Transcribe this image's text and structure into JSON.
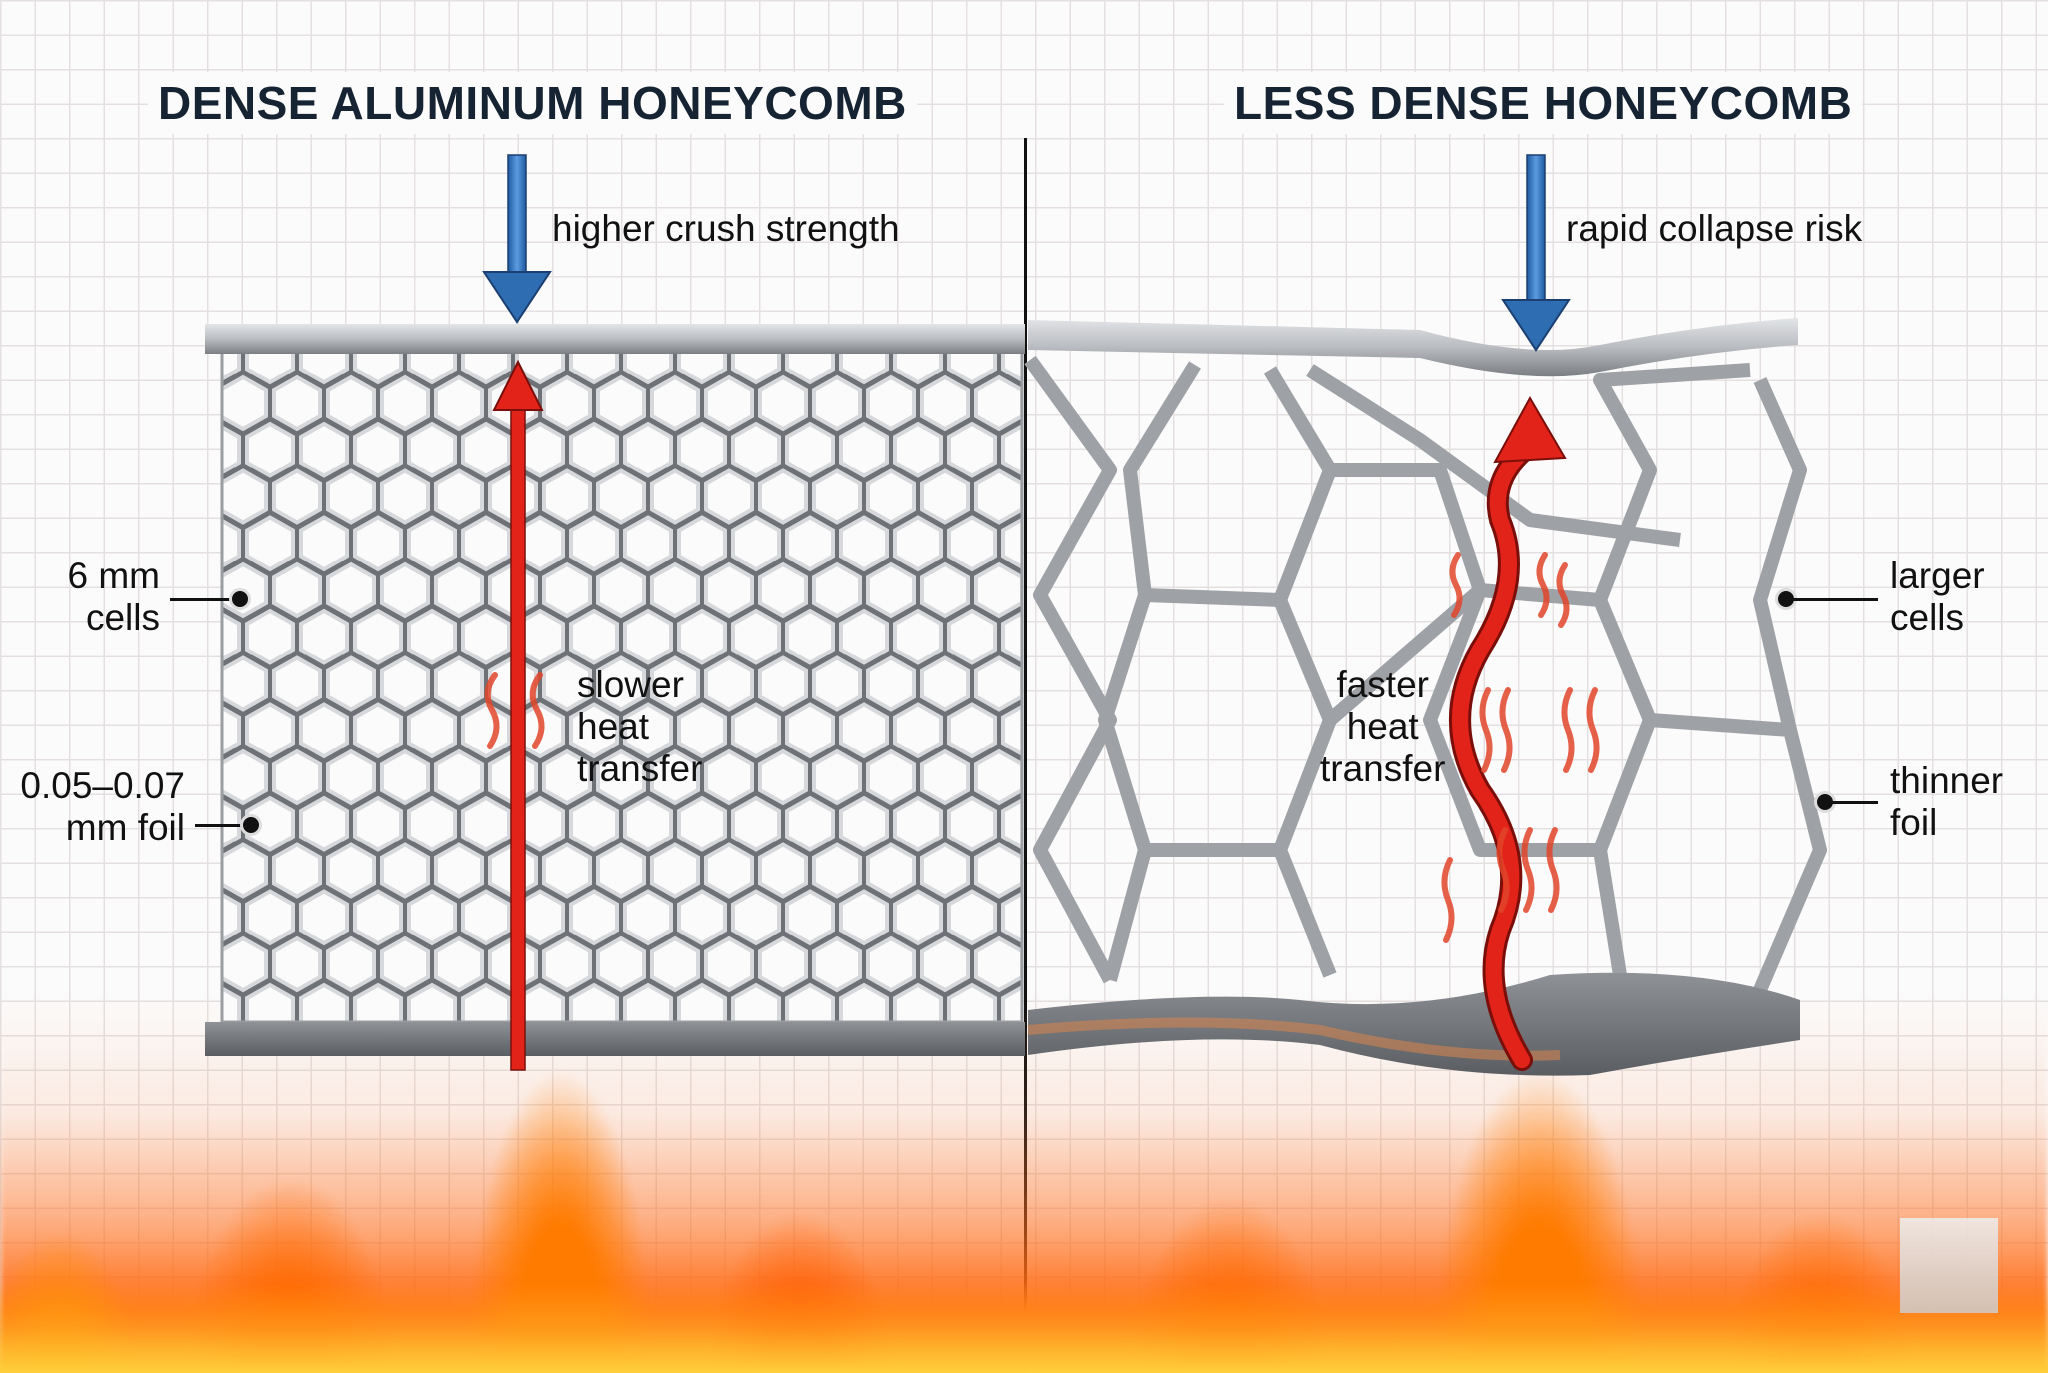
{
  "left_panel": {
    "title": "DENSE ALUMINUM HONEYCOMB",
    "load_label": "higher crush strength",
    "heat_label_lines": [
      "slower",
      "heat",
      "transfer"
    ],
    "callouts": {
      "cells_lines": [
        "6 mm",
        "cells"
      ],
      "foil_lines": [
        "0.05–0.07",
        "mm foil"
      ]
    }
  },
  "right_panel": {
    "title": "LESS DENSE HONEYCOMB",
    "load_label": "rapid collapse risk",
    "heat_label_lines": [
      "faster",
      "heat",
      "transfer"
    ],
    "callouts": {
      "cells_lines": [
        "larger",
        "cells"
      ],
      "foil_lines": [
        "thinner",
        "foil"
      ]
    }
  },
  "icons": {
    "load_arrow": "blue-down-arrow",
    "heat_arrow": "red-up-arrow",
    "heat_waves": "heat-wave-squiggles",
    "fire": "flames"
  },
  "colors": {
    "title_text": "#152332",
    "load_arrow": "#2f6db3",
    "heat_arrow": "#e2231a",
    "metal_light": "#c9ccd0",
    "metal_dark": "#6d7075",
    "flame_orange": "#ff6a00",
    "flame_yellow": "#ffcf3a",
    "grid_line": "#e4e0e0"
  }
}
